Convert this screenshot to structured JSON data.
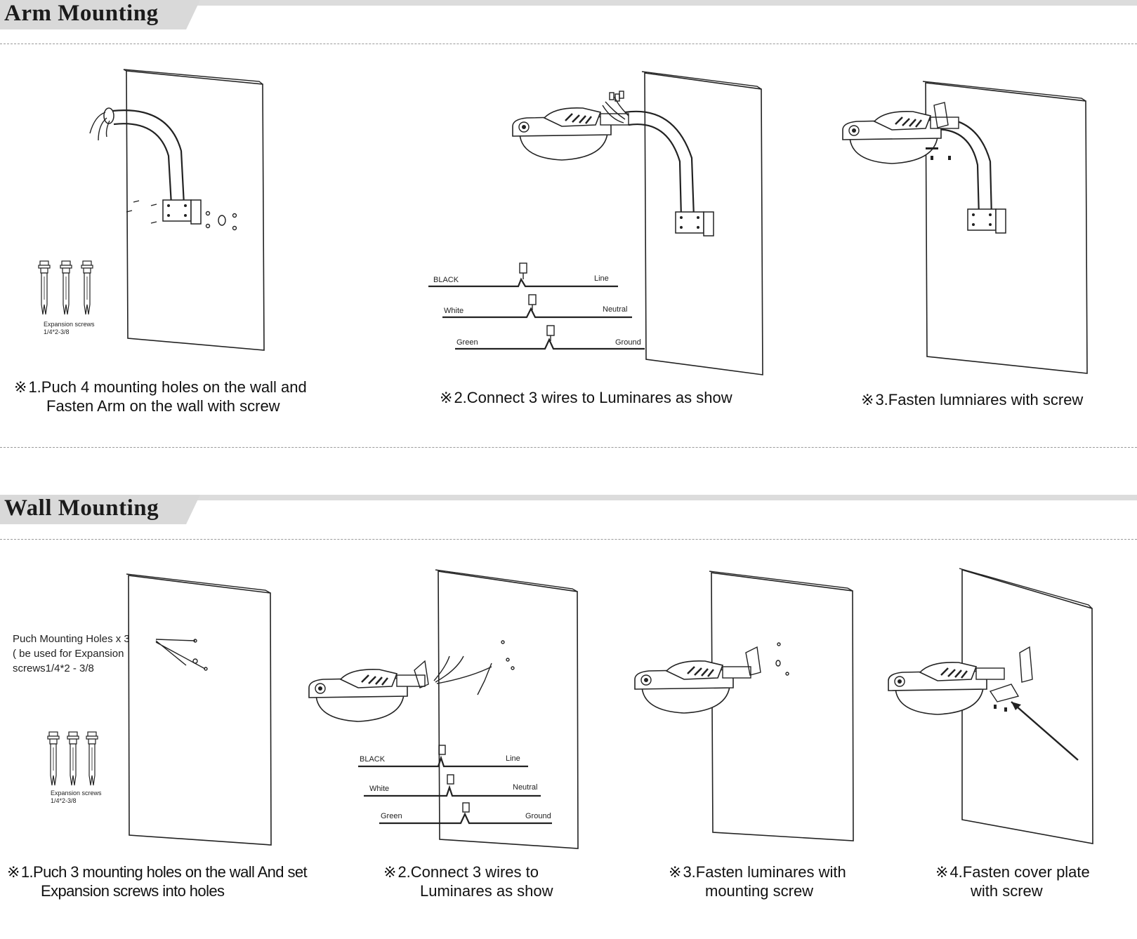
{
  "sections": {
    "arm": {
      "title": "Arm Mounting"
    },
    "wall": {
      "title": "Wall Mounting"
    }
  },
  "arm_steps": [
    {
      "mark": "※",
      "line1": "1.Puch 4 mounting holes on the wall  and",
      "line2": "Fasten Arm on the wall with screw"
    },
    {
      "mark": "※",
      "line1": "2.Connect 3 wires to  Luminares as show",
      "line2": ""
    },
    {
      "mark": "※",
      "line1": "3.Fasten lumniares with screw",
      "line2": ""
    }
  ],
  "wall_steps": [
    {
      "mark": "※",
      "line1": "1.Puch 3 mounting holes on the wall And set",
      "line2": "Expansion screws into holes"
    },
    {
      "mark": "※",
      "line1": "2.Connect 3 wires to",
      "line2": "Luminares as show"
    },
    {
      "mark": "※",
      "line1": "3.Fasten luminares with",
      "line2": "mounting screw"
    },
    {
      "mark": "※",
      "line1": "4.Fasten cover plate",
      "line2": "with screw"
    }
  ],
  "wiring": {
    "rows": [
      {
        "left": "BLACK",
        "right": "Line"
      },
      {
        "left": "White",
        "right": "Neutral"
      },
      {
        "left": "Green",
        "right": "Ground"
      }
    ]
  },
  "expansion_label": {
    "line1": "Expansion screws",
    "line2": "1/4*2-3/8"
  },
  "wall_note": {
    "line1": "Puch Mounting Holes  x 3",
    "line2": "( be used for Expansion",
    "line3": "screws1/4*2 - 3/8"
  },
  "colors": {
    "bar": "#dcdcdc",
    "title_bg": "#d9d9d9",
    "dash": "#9a9a9a",
    "line": "#222222"
  }
}
